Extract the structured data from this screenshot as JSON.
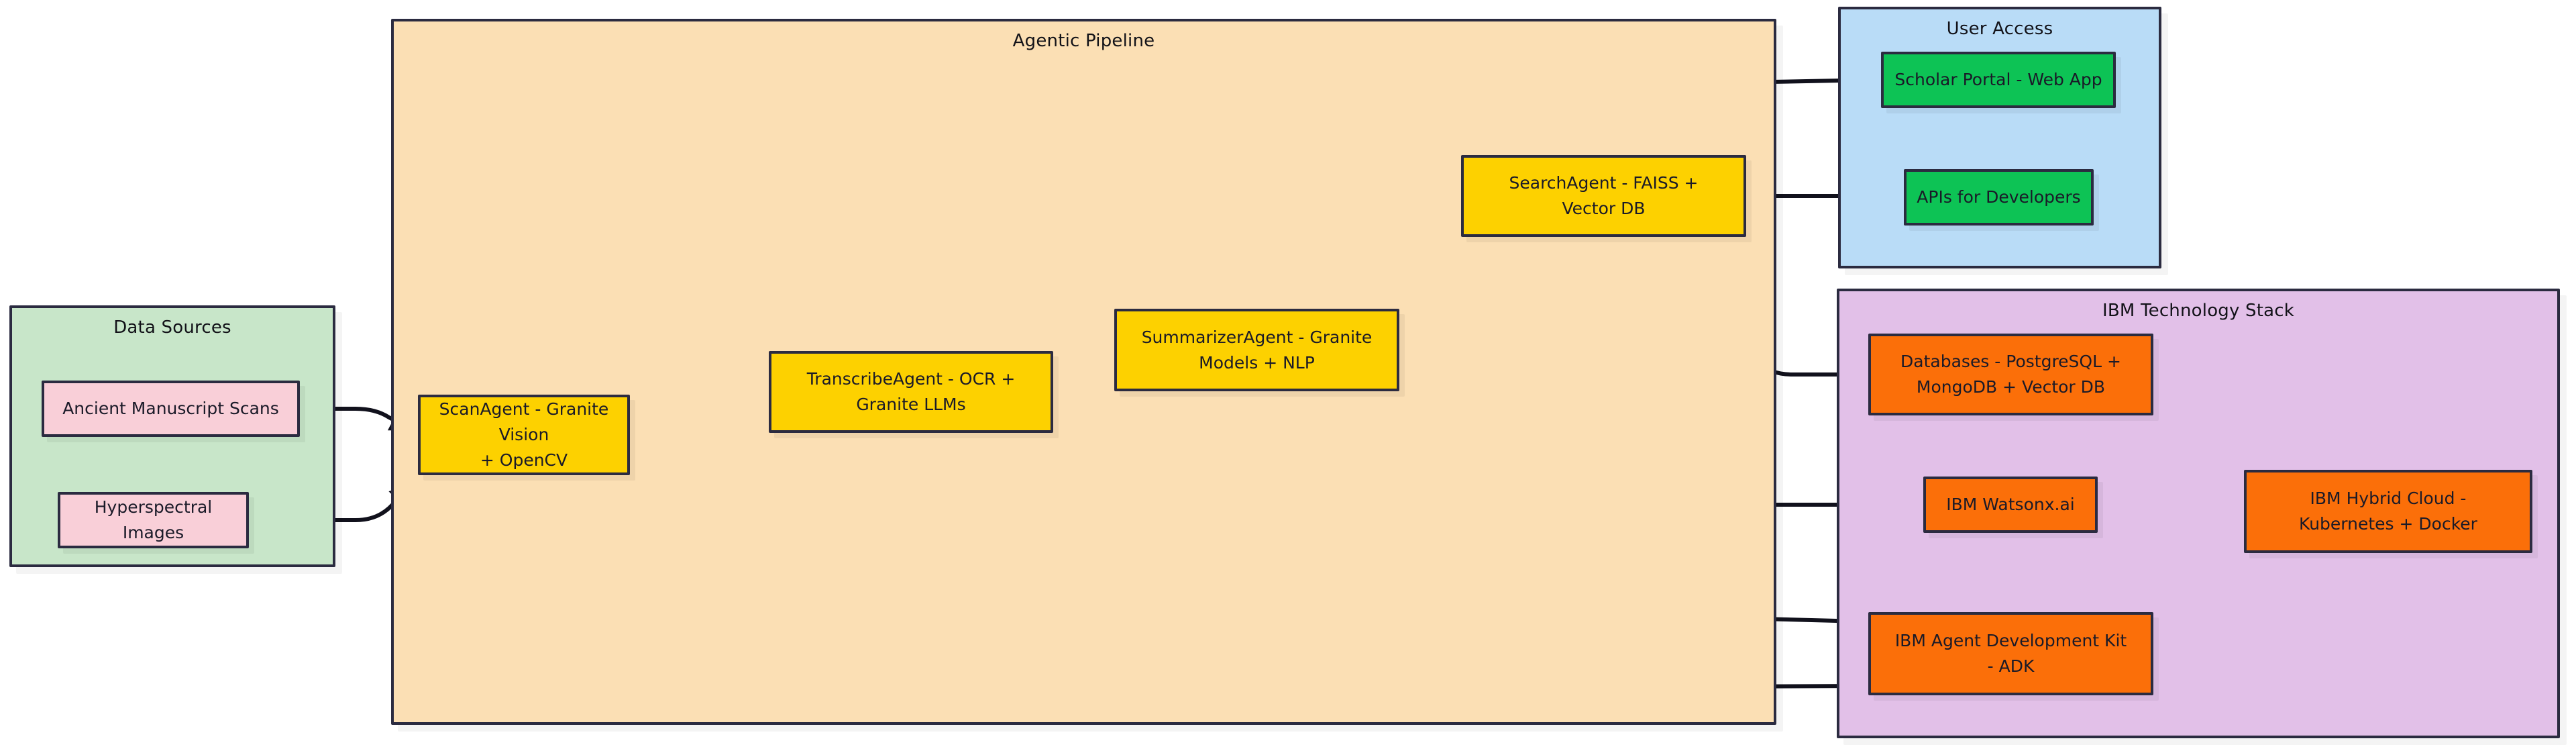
{
  "diagram": {
    "title_visible": false,
    "background": "#ffffff",
    "subgraphs": [
      {
        "id": "data-sources",
        "label": "Data Sources",
        "fill": "#c8e6c9"
      },
      {
        "id": "agentic-pipeline",
        "label": "Agentic Pipeline",
        "fill": "#fbdfb4"
      },
      {
        "id": "user-access",
        "label": "User Access",
        "fill": "#b9dcf7"
      },
      {
        "id": "ibm-stack",
        "label": "IBM Technology Stack",
        "fill": "#e2c0e8"
      }
    ],
    "nodes": {
      "ancient_manuscript_scans": "Ancient Manuscript Scans",
      "hyperspectral_images": "Hyperspectral Images",
      "scan_agent": "ScanAgent - Granite Vision + OpenCV",
      "scan_agent_line1": "ScanAgent - Granite Vision",
      "scan_agent_line2": "+ OpenCV",
      "transcribe_agent_line1": "TranscribeAgent - OCR +",
      "transcribe_agent_line2": "Granite LLMs",
      "summarizer_agent_line1": "SummarizerAgent - Granite",
      "summarizer_agent_line2": "Models + NLP",
      "search_agent_line1": "SearchAgent - FAISS +",
      "search_agent_line2": "Vector DB",
      "scholar_portal": "Scholar Portal - Web App",
      "apis_for_developers": "APIs for Developers",
      "databases_line1": "Databases - PostgreSQL +",
      "databases_line2": "MongoDB + Vector DB",
      "watsonx": "IBM Watsonx.ai",
      "adk_line1": "IBM Agent Development Kit",
      "adk_line2": "- ADK",
      "hybrid_cloud_line1": "IBM Hybrid Cloud -",
      "hybrid_cloud_line2": "Kubernetes + Docker"
    },
    "colors": {
      "source_node": "#f9cfd8",
      "agent_node": "#fdd100",
      "user_node": "#0dc355",
      "ibm_node": "#fb6f09",
      "border": "#2b2b40",
      "edge": "#11111c"
    },
    "edges": [
      {
        "from": "ancient_manuscript_scans",
        "to": "scan_agent"
      },
      {
        "from": "hyperspectral_images",
        "to": "scan_agent"
      },
      {
        "from": "scan_agent",
        "to": "transcribe_agent"
      },
      {
        "from": "transcribe_agent",
        "to": "summarizer_agent"
      },
      {
        "from": "summarizer_agent",
        "to": "search_agent"
      },
      {
        "from": "search_agent",
        "to": "scholar_portal"
      },
      {
        "from": "search_agent",
        "to": "apis_for_developers"
      },
      {
        "from": "search_agent",
        "to": "databases"
      },
      {
        "from": "summarizer_agent",
        "to": "watsonx"
      },
      {
        "from": "transcribe_agent",
        "to": "adk"
      },
      {
        "from": "scan_agent",
        "to": "adk"
      },
      {
        "from": "databases",
        "to": "hybrid_cloud"
      },
      {
        "from": "watsonx",
        "to": "hybrid_cloud"
      },
      {
        "from": "adk",
        "to": "hybrid_cloud"
      }
    ]
  }
}
